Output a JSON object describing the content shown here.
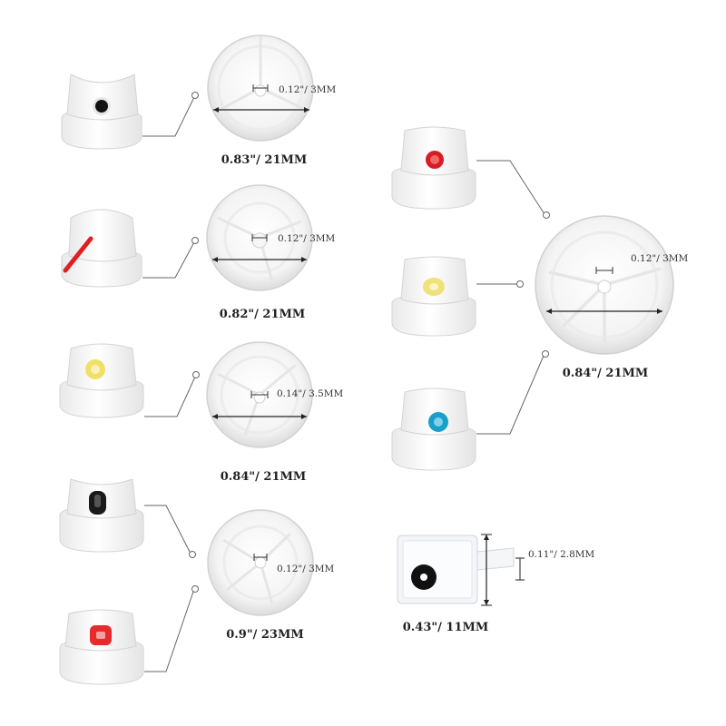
{
  "products": [
    {
      "id": "cap-1",
      "base_size": "0.83\"/ 21MM",
      "orifice_size": "0.12\"/ 3MM",
      "accent_color": "#111111"
    },
    {
      "id": "cap-2",
      "base_size": "0.82\"/ 21MM",
      "orifice_size": "0.12\"/ 3MM",
      "accent_color": "#e02020"
    },
    {
      "id": "cap-3",
      "base_size": "0.84\"/ 21MM",
      "orifice_size": "0.14\"/ 3.5MM",
      "accent_color": "#f2df66"
    },
    {
      "id": "cap-4",
      "base_size": "0.9\"/ 23MM",
      "orifice_size": "0.12\"/ 3MM",
      "accent_color": "#111111"
    },
    {
      "id": "cap-5",
      "accent_color": "#e52b2b"
    },
    {
      "id": "cap-group",
      "base_size": "0.84\"/ 21MM",
      "orifice_size": "0.12\"/ 3MM",
      "accent_colors": [
        "#d81c24",
        "#efe27a",
        "#1aa0c8"
      ]
    },
    {
      "id": "clear-cap",
      "height_size": "0.43\"/ 11MM",
      "stem_size": "0.11\"/ 2.8MM",
      "accent_color": "#111111"
    }
  ]
}
